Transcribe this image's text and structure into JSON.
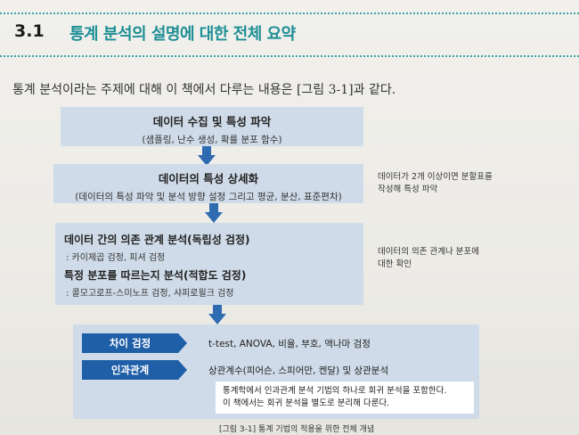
{
  "section": {
    "number": "3.1",
    "title": "통계 분석의 설명에 대한 전체 요약"
  },
  "intro": "통계 분석이라는 주제에 대해 이 책에서 다루는 내용은 [그림 3-1]과 같다.",
  "steps": [
    {
      "main": "데이터 수집 및 특성 파악",
      "sub": "(샘플링, 난수 생성, 확률 분포 함수)"
    },
    {
      "main": "데이터의 특성 상세화",
      "sub": "(데이터의 특성 파악 및 분석 방향 설정 그리고 평균, 분산, 표준편차)"
    },
    {
      "line1": "데이터 간의 의존 관계 분석(독립성 검정)",
      "line1_sub": ": 카이제곱 검정, 피셔 검정",
      "line2": "특정 분포를 따르는지 분석(적합도 검정)",
      "line2_sub": ": 콜모고로프-스미노프 검정, 샤피로윌크 검정"
    }
  ],
  "side_notes": [
    {
      "line1": "데이터가 2개 이상이면 분할표를",
      "line2": "작성해 특성 파악"
    },
    {
      "line1": "데이터의 의존 관계나 분포에",
      "line2": "대한 확인"
    }
  ],
  "final": {
    "tag1": "차이 검정",
    "tag1_text": "t-test, ANOVA, 비율, 부호, 맥나마 검정",
    "tag2": "인과관계",
    "tag2_text": "상관계수(피어슨, 스피어만, 켄달) 및 상관분석",
    "note_line1": "통계학에서 인과관계 분석 기법의 하나로 회귀 분석을 포함한다.",
    "note_line2": "이 책에서는 회귀 분석을 별도로 분리해 다룬다."
  },
  "caption": "[그림 3-1] 통계 기법의 적용을 위한 전체 개념",
  "colors": {
    "accent": "#1e8f95",
    "arrow": "#2f6bb1",
    "box": "#cfdbe8",
    "tag": "#1f5fa8"
  }
}
